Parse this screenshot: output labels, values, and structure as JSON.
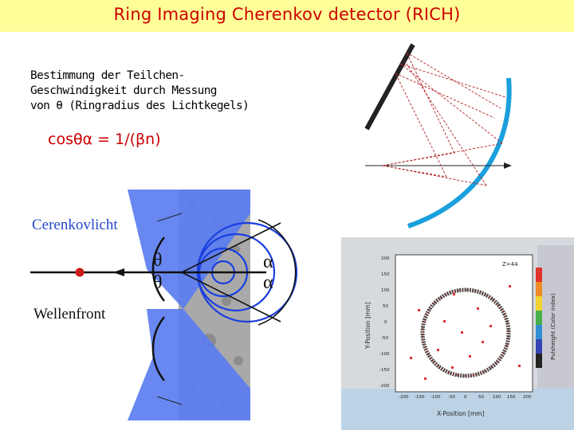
{
  "header": {
    "title": "Ring Imaging  Cherenkov detector (RICH)"
  },
  "description": {
    "lines": [
      "Bestimmung der Teilchen-",
      "Geschwindigkeit durch Messung",
      "von θ (Ringradius des Lichtkegels)"
    ]
  },
  "formula": "cosθα = 1/(βn)",
  "wave_diagram": {
    "label_light": "Cerenkovlicht",
    "label_front": "Wellenfront",
    "theta_symbol": "θ",
    "alpha_symbol": "α"
  },
  "ring_plot": {
    "z_label": "Z=44",
    "x_axis_label": "X-Position  [mm]",
    "y_axis_label": "Y-Position  [mm]",
    "colorbar_label": "Pulsheight (Color index)",
    "x_ticks": [
      "-200",
      "-150",
      "-100",
      "-50",
      "0",
      "50",
      "100",
      "150",
      "200"
    ],
    "y_ticks": [
      "200",
      "150",
      "100",
      "50",
      "0",
      "-50",
      "-100",
      "-150",
      "-200"
    ]
  },
  "colors": {
    "title_background": "#ffff99",
    "accent_red": "#cc0000",
    "light_blue": "#5b7df0",
    "mirror_blue": "#1aa0dc"
  }
}
